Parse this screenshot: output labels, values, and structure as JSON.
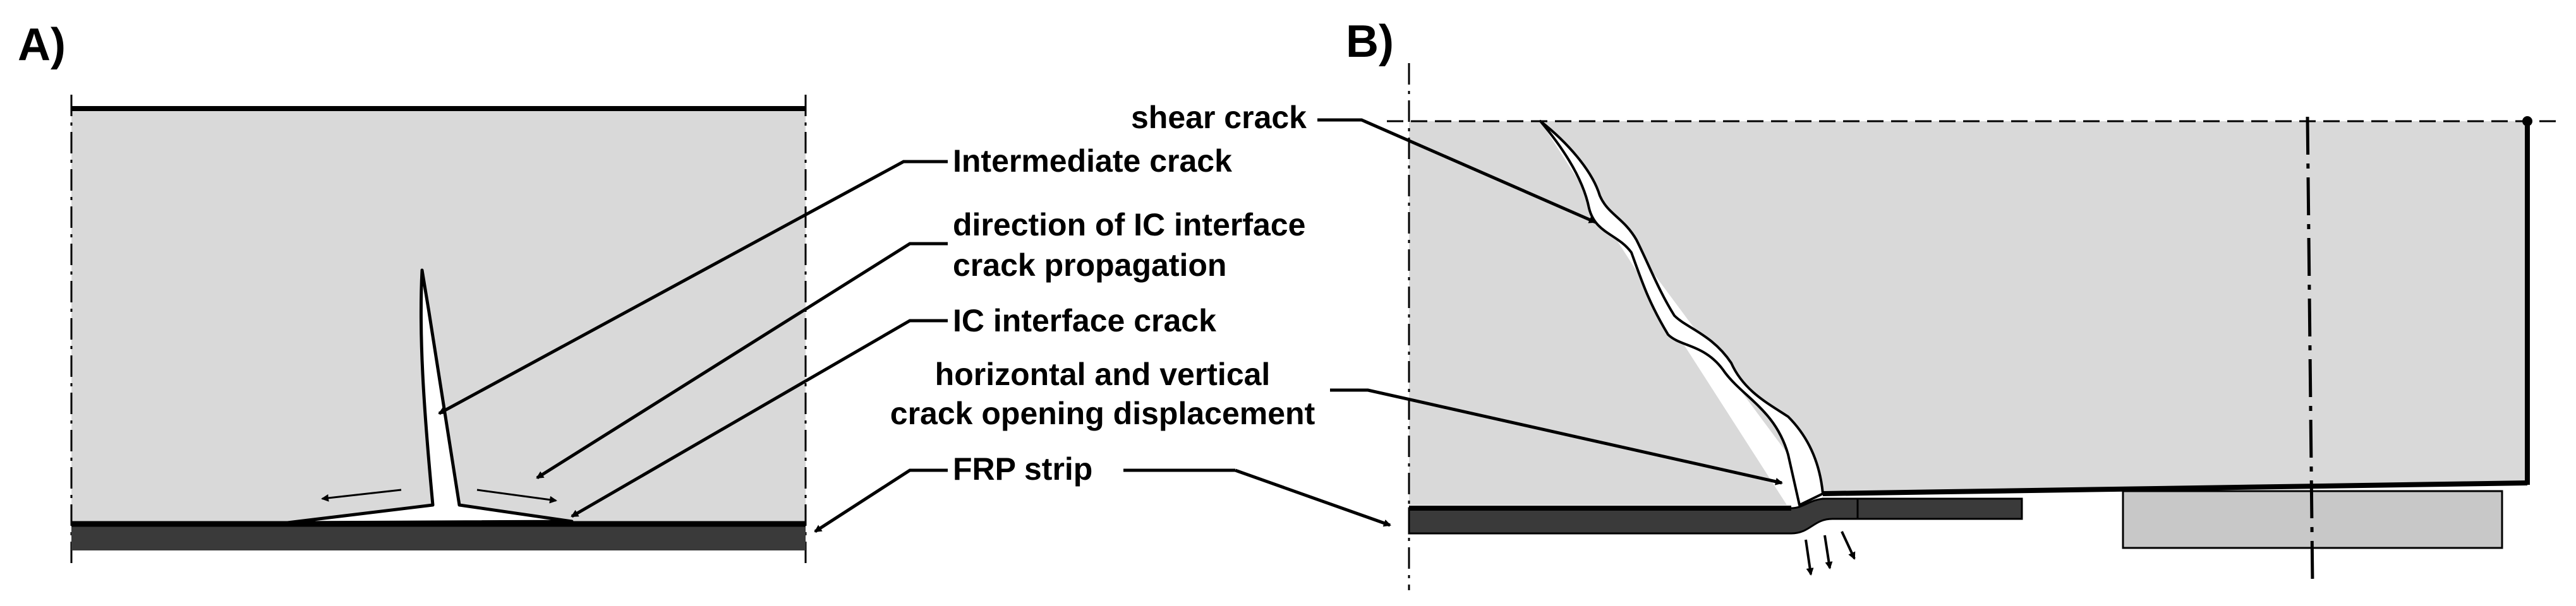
{
  "panels": {
    "a": {
      "label": "A)",
      "callouts": {
        "intermediate_crack": "Intermediate crack",
        "direction_line1": "direction of IC interface",
        "direction_line2": "crack propagation",
        "ic_interface_crack": "IC interface crack",
        "frp_strip": "FRP strip"
      }
    },
    "b": {
      "label": "B)",
      "callouts": {
        "shear_crack": "shear crack",
        "opening_line1": "horizontal and vertical",
        "opening_line2": "crack opening displacement"
      }
    }
  },
  "colors": {
    "concrete": "#d9d9d9",
    "frp_strip": "#3a3a3a",
    "support_plate": "#c8c8c8",
    "line": "#000000",
    "background": "#ffffff"
  }
}
